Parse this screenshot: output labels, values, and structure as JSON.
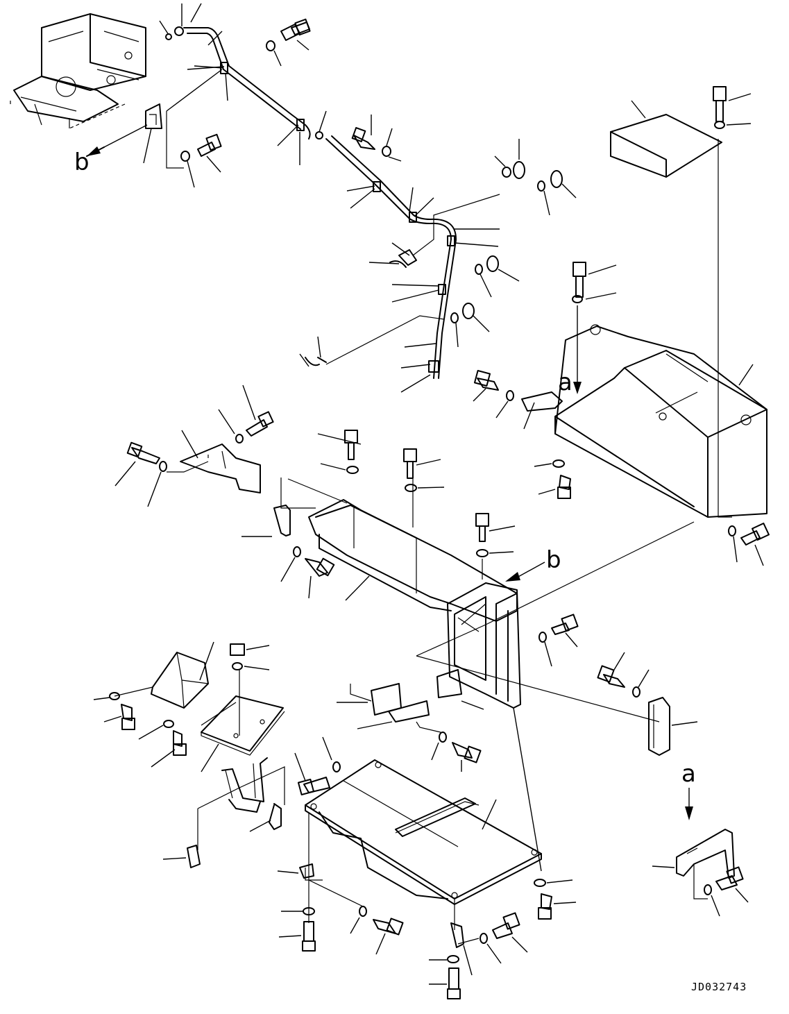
{
  "diagram": {
    "view_labels": {
      "a": "a",
      "b": "b"
    },
    "drawing_code": "JD032743",
    "colors": {
      "ink": "#000000",
      "paper": "#ffffff"
    }
  }
}
